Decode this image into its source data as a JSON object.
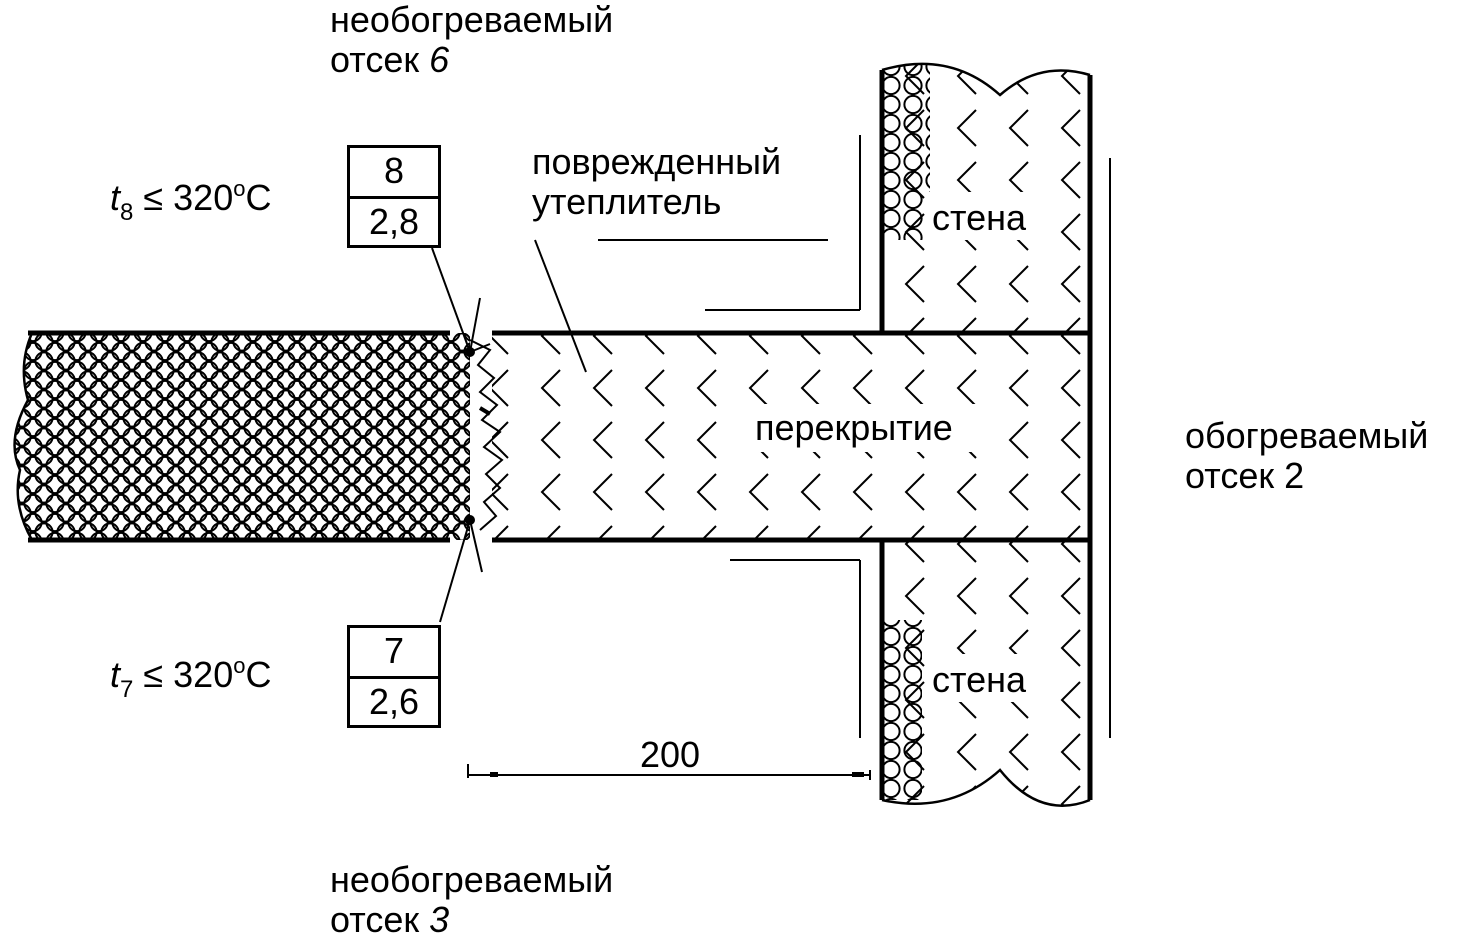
{
  "labels": {
    "top_compartment_line1": "необогреваемый",
    "top_compartment_line2_text": "отсек ",
    "top_compartment_line2_num": "6",
    "bottom_compartment_line1": "необогреваемый",
    "bottom_compartment_line2_text": "отсек ",
    "bottom_compartment_line2_num": "3",
    "heated_line1": "обогреваемый",
    "heated_line2": "отсек 2",
    "damaged_line1": "поврежденный",
    "damaged_line2": "утеплитель",
    "slab": "перекрытие",
    "wall_top": "стена",
    "wall_bottom": "стена",
    "dimension": "200"
  },
  "sensors": [
    {
      "number": "8",
      "depth": "2,8",
      "temp_symbol": "t",
      "temp_sub": "8",
      "temp_rel": "≤ 320",
      "temp_deg": "o",
      "temp_unit": "C"
    },
    {
      "number": "7",
      "depth": "2,6",
      "temp_symbol": "t",
      "temp_sub": "7",
      "temp_rel": "≤ 320",
      "temp_deg": "o",
      "temp_unit": "C"
    }
  ],
  "colors": {
    "ink": "#000000",
    "paper": "#ffffff"
  }
}
